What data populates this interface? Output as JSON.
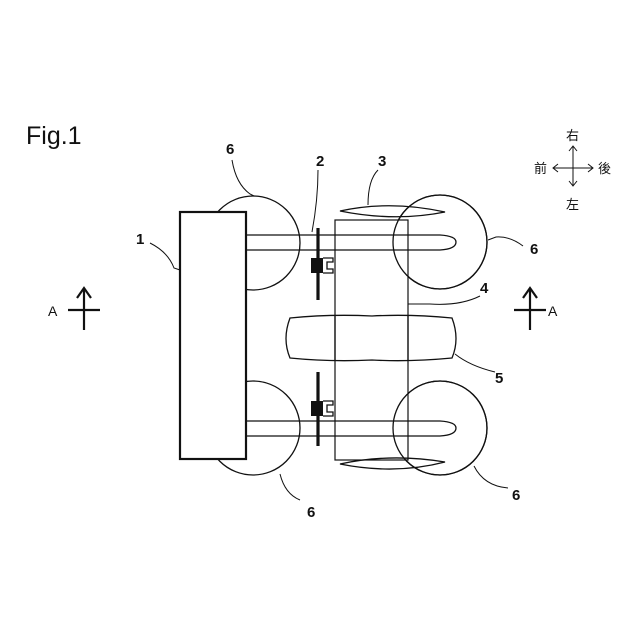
{
  "figure": {
    "title": "Fig.1",
    "labels": {
      "body": "1",
      "member_2": "2",
      "member_3": "3",
      "member_4": "4",
      "member_5": "5",
      "wheel": "6"
    },
    "section_marker": "A",
    "directions": {
      "right": "右",
      "left": "左",
      "front": "前",
      "rear": "後"
    }
  }
}
